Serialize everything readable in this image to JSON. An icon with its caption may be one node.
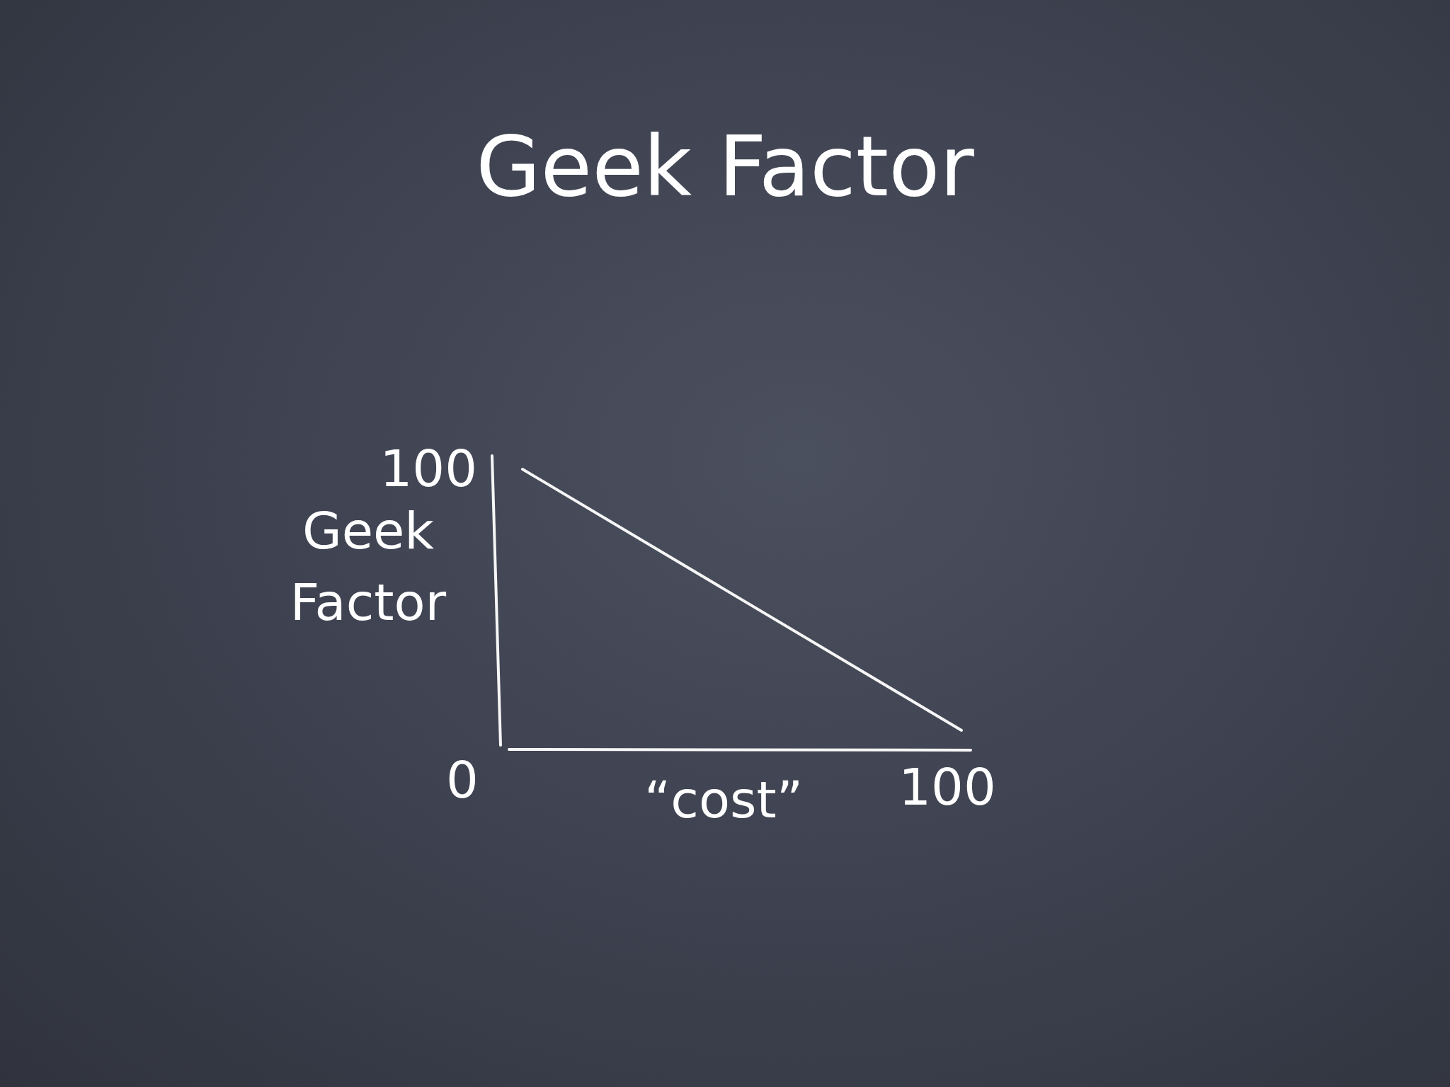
{
  "diagram": {
    "title": "Geek Factor",
    "labels": [
      "100",
      "Geek Factor",
      "0",
      "“cost”",
      "100"
    ]
  }
}
